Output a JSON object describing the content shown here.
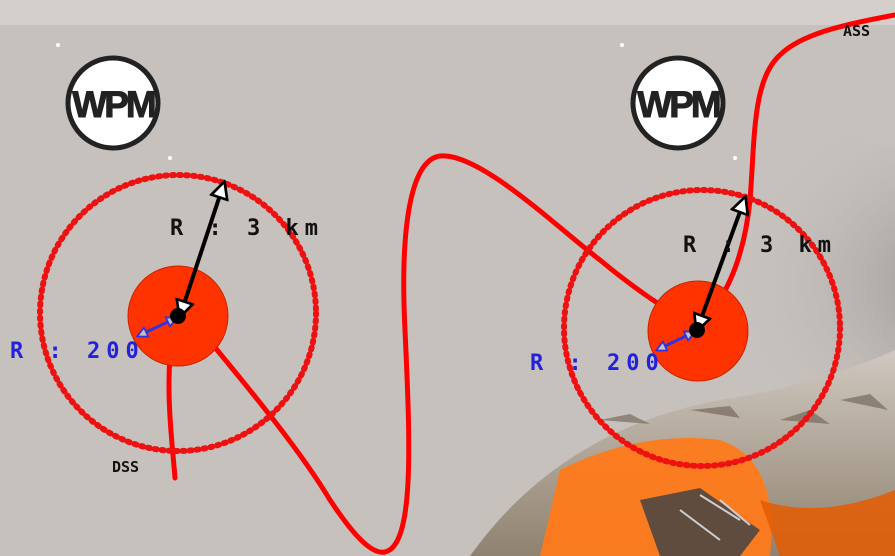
{
  "badges": {
    "left": "WPM",
    "right": "WPM"
  },
  "labels": {
    "left_outer_radius": "R : 3 km",
    "left_inner_radius": "R : 200",
    "right_outer_radius": "R : 3 km",
    "right_inner_radius": "R : 200",
    "start": "DSS",
    "end": "ASS"
  },
  "colors": {
    "background": "#c7c1bd",
    "route": "#ff0000",
    "outer_circle": "#ee1111",
    "inner_zone": "#ff3300",
    "radius_arrow": "#000000",
    "inner_arrow": "#3333dd",
    "inner_label": "#2222dd",
    "badge_fill": "#ffffff",
    "badge_text": "#222222",
    "sand": "#8a7c6a",
    "vehicle_orange": "#ff7a1a"
  }
}
